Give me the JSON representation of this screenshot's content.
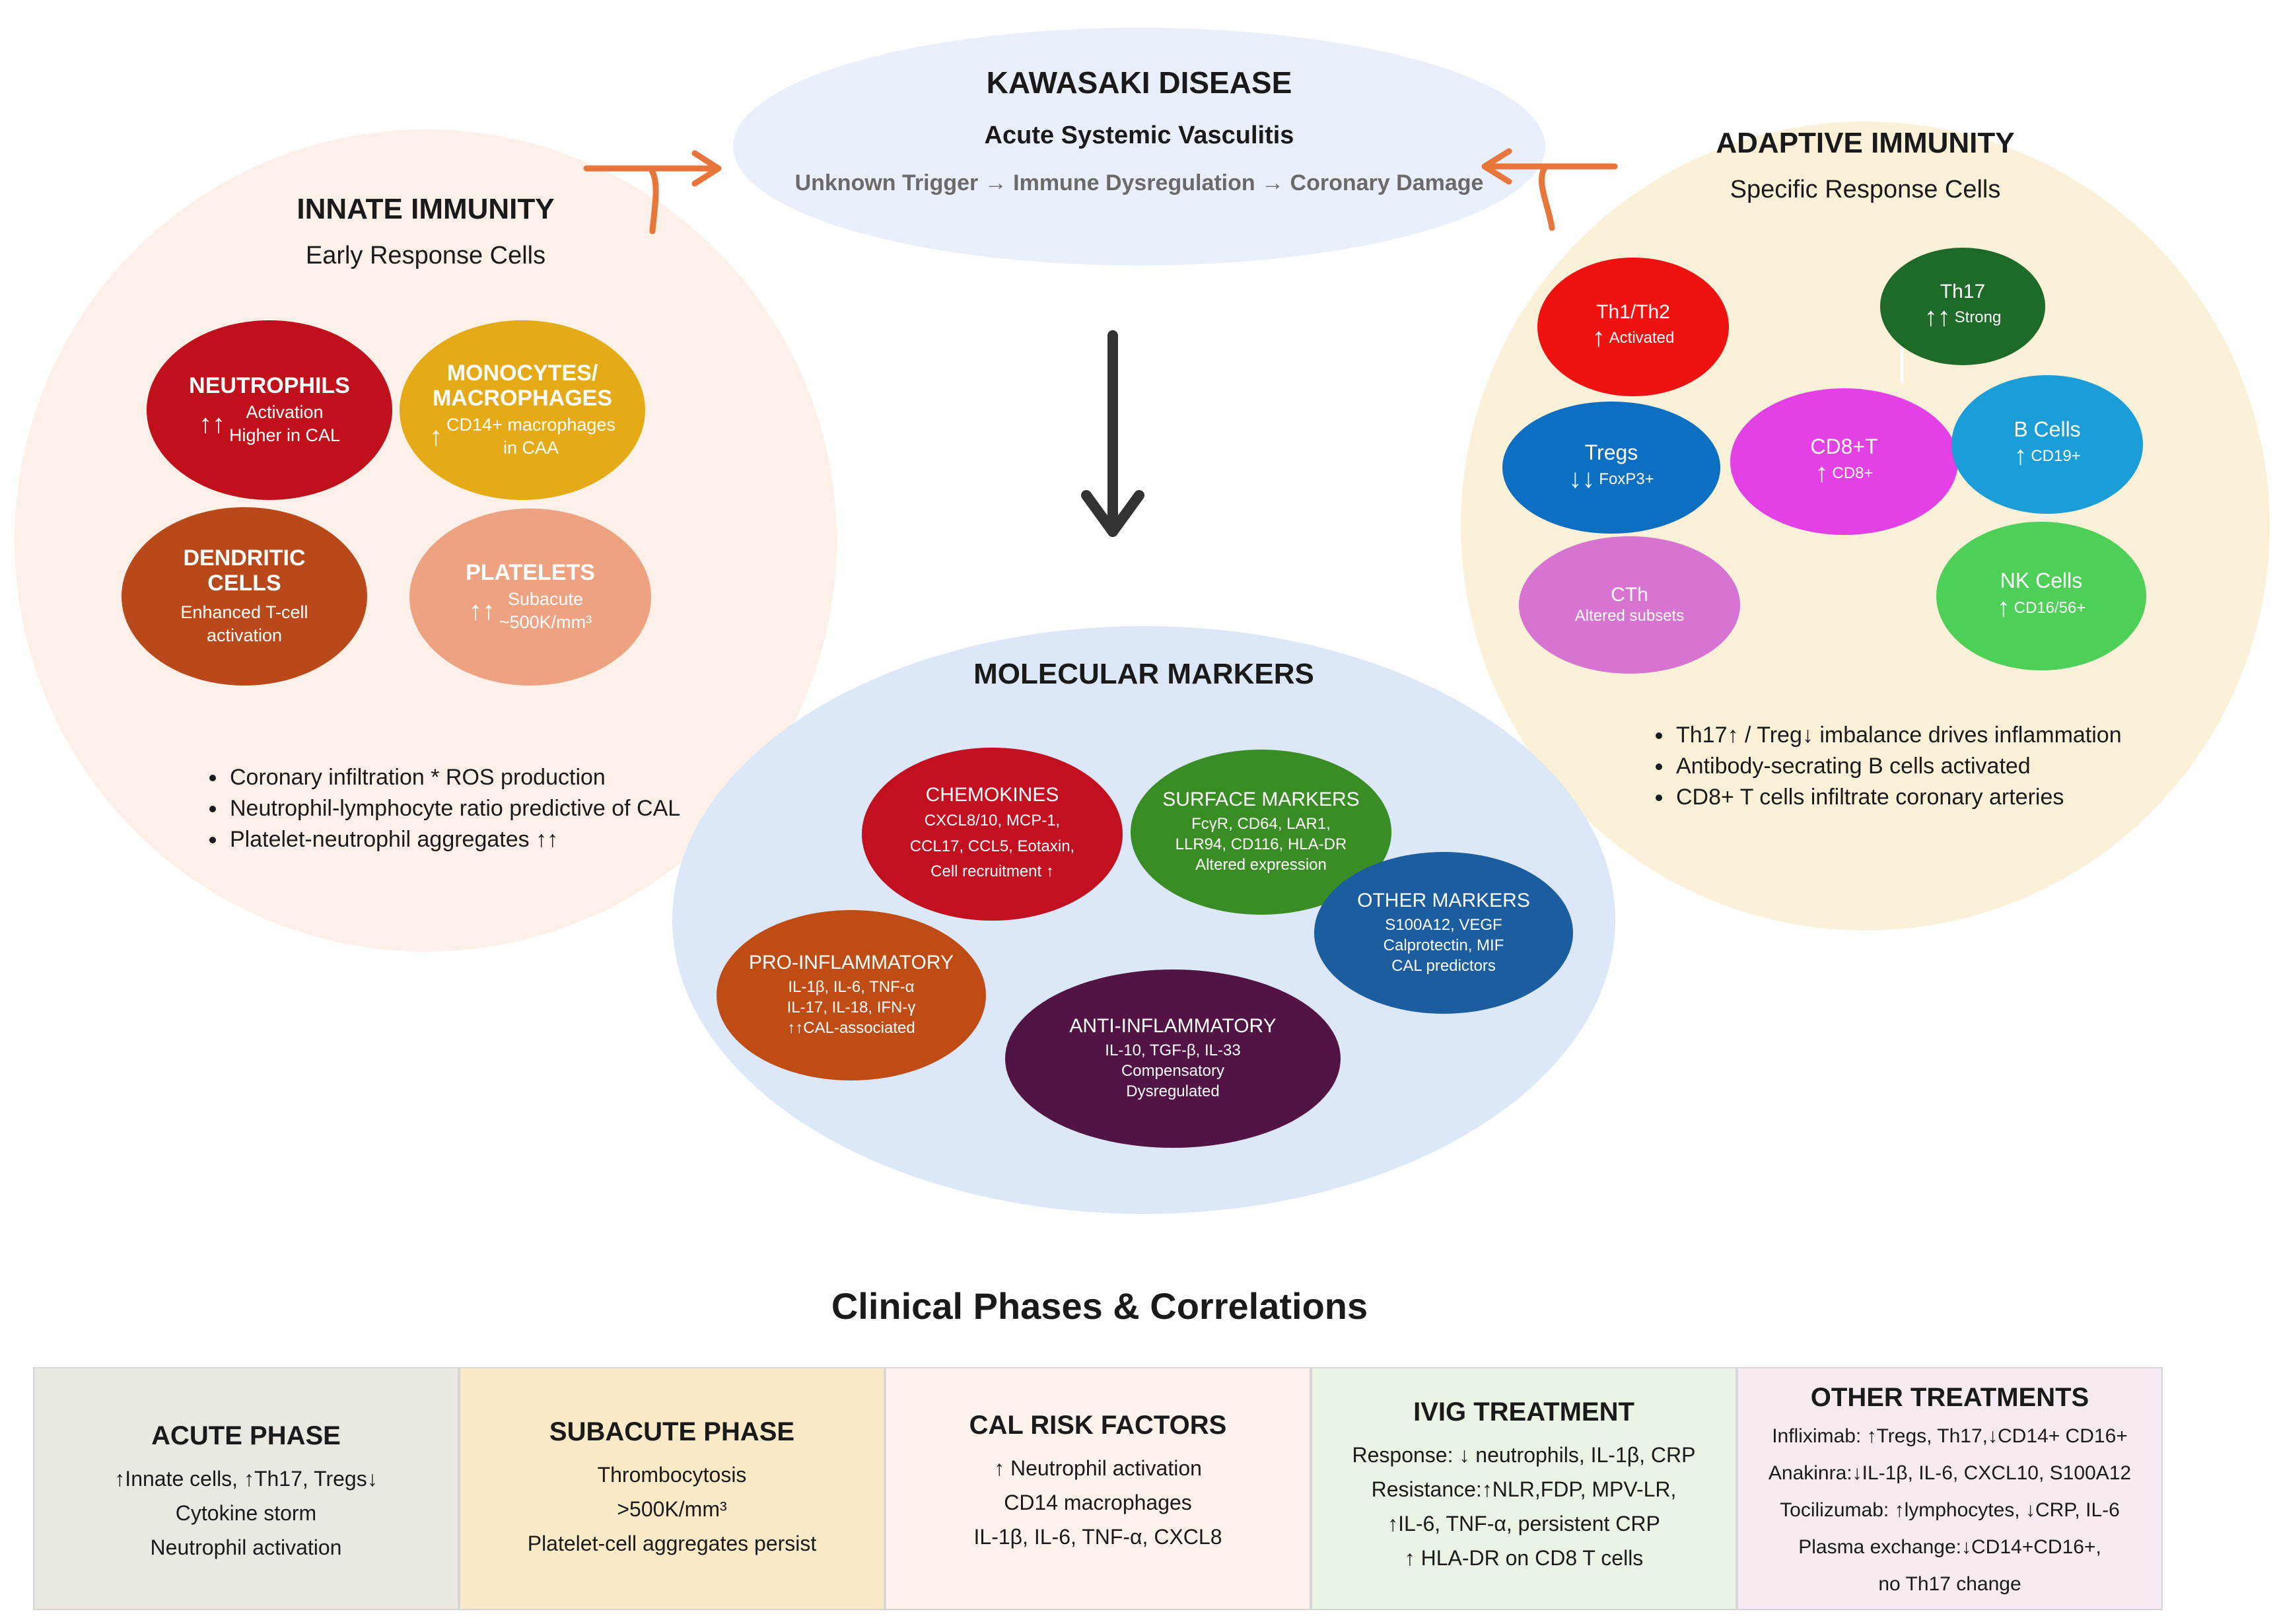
{
  "header": {
    "title": "KAWASAKI DISEASE",
    "subtitle": "Acute Systemic Vasculitis",
    "pathway": "Unknown Trigger → Immune Dysregulation → Coronary Damage"
  },
  "innate": {
    "title": "INNATE IMMUNITY",
    "subtitle": "Early Response Cells",
    "cells": [
      {
        "name": "NEUTROPHILS",
        "arrow": "↑↑",
        "detail": "Activation\nHigher in CAL",
        "color": "#c0101b"
      },
      {
        "name": "MONOCYTES/\nMACROPHAGES",
        "arrow": "↑",
        "detail": "CD14+ macrophages\nin CAA",
        "color": "#e5ab17"
      },
      {
        "name": "DENDRITIC\nCELLS",
        "arrow": "",
        "detail": "Enhanced T-cell\nactivation",
        "color": "#b9491a"
      },
      {
        "name": "PLATELETS",
        "arrow": "↑↑",
        "detail": "Subacute\n~500K/mm³",
        "color": "#eda382"
      }
    ],
    "bullets": [
      "Coronary infiltration * ROS production",
      "Neutrophil-lymphocyte ratio predictive of CAL",
      "Platelet-neutrophil aggregates ↑↑"
    ]
  },
  "adaptive": {
    "title": "ADAPTIVE IMMUNITY",
    "subtitle": "Specific Response Cells",
    "cells": [
      {
        "name": "Th1/Th2",
        "arrow": "↑",
        "detail": "Activated",
        "color": "#f01111"
      },
      {
        "name": "Th17",
        "arrow": "↑↑",
        "detail": "Strong",
        "color": "#1e6b29"
      },
      {
        "name": "Tregs",
        "arrow": "↓↓",
        "detail": "FoxP3+",
        "color": "#0d6fc1"
      },
      {
        "name": "CD8+T",
        "arrow": "↑",
        "detail": "CD8+",
        "color": "#e341e6"
      },
      {
        "name": "B Cells",
        "arrow": "↑",
        "detail": "CD19+",
        "color": "#1b9ed8"
      },
      {
        "name": "CTh",
        "arrow": "",
        "detail": "Altered subsets",
        "color": "#d774d1"
      },
      {
        "name": "NK Cells",
        "arrow": "↑",
        "detail": "CD16/56+",
        "color": "#4ecf57"
      }
    ],
    "bullets": [
      "Th17↑ / Treg↓ imbalance drives inflammation",
      "Antibody-secrating B cells activated",
      "CD8+ T cells infiltrate coronary arteries"
    ]
  },
  "molecular": {
    "title": "MOLECULAR MARKERS",
    "groups": [
      {
        "name": "CHEMOKINES",
        "detail": "CXCL8/10, MCP-1,\nCCL17, CCL5, Eotaxin,\nCell recruitment ↑",
        "color": "#c31020"
      },
      {
        "name": "SURFACE MARKERS",
        "detail": "FcγR, CD64, LAR1,\nLLR94, CD116, HLA-DR\nAltered expression",
        "color": "#3a8d24"
      },
      {
        "name": "OTHER MARKERS",
        "detail": "S100A12, VEGF\nCalprotectin, MIF\nCAL predictors",
        "color": "#1c5d9f"
      },
      {
        "name": "PRO-INFLAMMATORY",
        "detail": "IL-1β, IL-6, TNF-α\nIL-17, IL-18, IFN-γ\n↑↑CAL-associated",
        "color": "#c04c15"
      },
      {
        "name": "ANTI-INFLAMMATORY",
        "detail": "IL-10, TGF-β, IL-33\nCompensatory\nDysregulated",
        "color": "#521445"
      }
    ]
  },
  "clinical": {
    "title": "Clinical Phases & Correlations",
    "phases": [
      {
        "title": "ACUTE PHASE",
        "lines": [
          "↑Innate cells, ↑Th17, Tregs↓",
          "Cytokine storm",
          "Neutrophil activation"
        ],
        "color": "#ebe8e2"
      },
      {
        "title": "SUBACUTE PHASE",
        "lines": [
          "Thrombocytosis",
          ">500K/mm³",
          "Platelet-cell aggregates persist"
        ],
        "color": "#fbeac7"
      },
      {
        "title": "CAL RISK FACTORS",
        "lines": [
          "↑ Neutrophil activation",
          "CD14 macrophages",
          "IL-1β, IL-6, TNF-α, CXCL8"
        ],
        "color": "#fdf2ec"
      },
      {
        "title": "IVIG TREATMENT",
        "lines": [
          "Response: ↓ neutrophils, IL-1β, CRP",
          "Resistance:↑NLR,FDP, MPV-LR,",
          "↑IL-6, TNF-α, persistent CRP",
          "↑ HLA-DR on CD8 T cells"
        ],
        "color": "#e9f4e4"
      },
      {
        "title": "OTHER TREATMENTS",
        "lines": [
          "Infliximab: ↑Tregs, Th17,↓CD14+ CD16+",
          "Anakinra:↓IL-1β, IL-6, CXCL10, S100A12",
          "Tocilizumab: ↑lymphocytes, ↓CRP, IL-6",
          "Plasma exchange:↓CD14+CD16+,",
          "no Th17 change"
        ],
        "color": "#f6ebf3"
      }
    ]
  },
  "colors": {
    "innate_bg": "#fdf0e9",
    "adaptive_bg": "#fbf0d8",
    "header_bg": "#e9f0fb",
    "molecular_bg": "#dce7f8",
    "arrow_orange": "#e8763a",
    "arrow_dark": "#333333"
  }
}
